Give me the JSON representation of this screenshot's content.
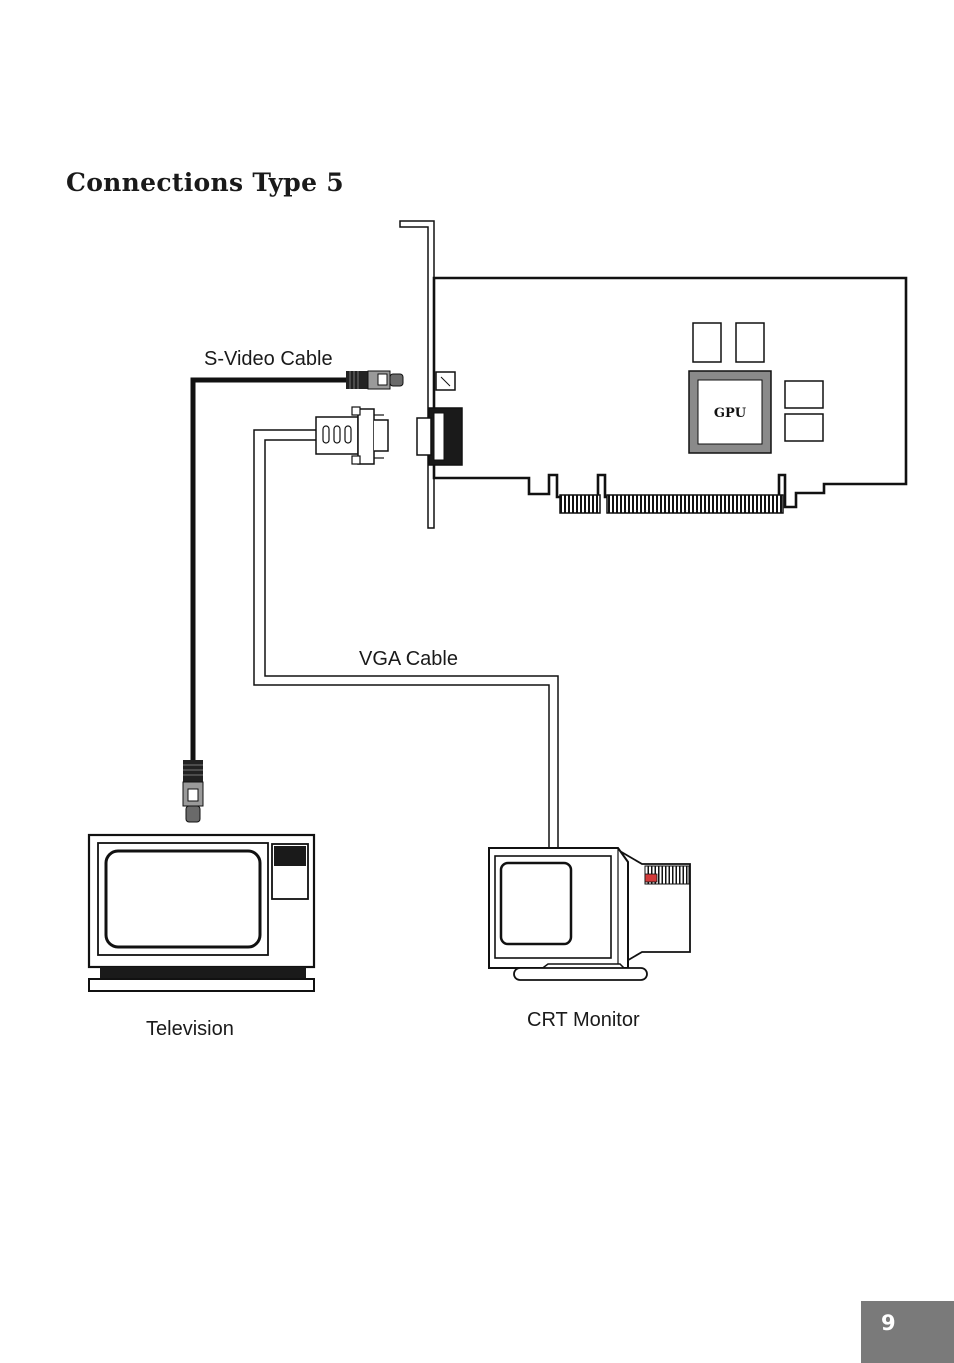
{
  "title": "Connections Type 5",
  "labels": {
    "svideo_cable": "S-Video Cable",
    "vga_cable": "VGA Cable",
    "television": "Television",
    "crt_monitor": "CRT Monitor",
    "gpu": "GPU"
  },
  "page_number": "9"
}
